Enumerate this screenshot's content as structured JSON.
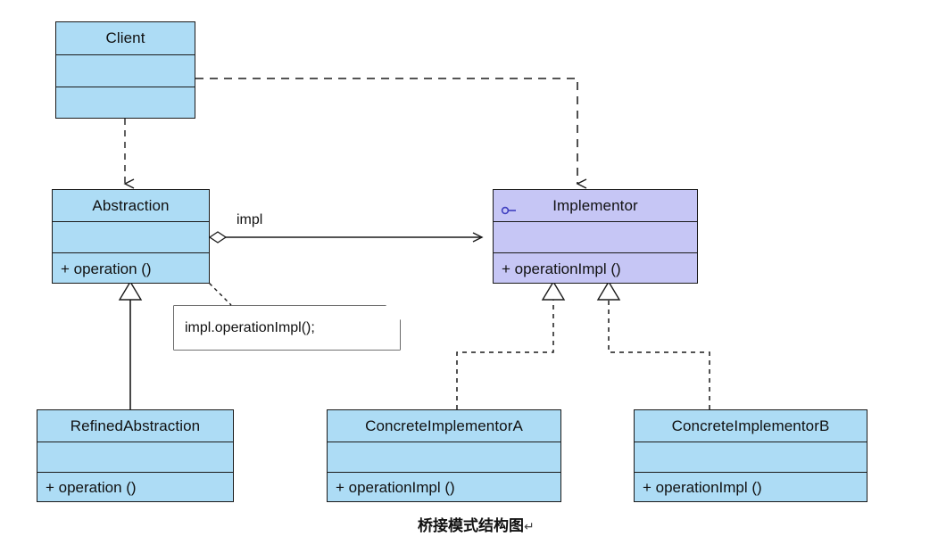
{
  "diagram": {
    "title": "桥接模式结构图",
    "title_mark": "↵",
    "colors": {
      "class_fill": "#ADDCF5",
      "interface_fill": "#C6C6F5",
      "stroke": "#1a1a1a",
      "dashed_stroke": "#555555",
      "note_fill": "#ffffff",
      "interface_marker": "#4040c0"
    },
    "classes": [
      {
        "id": "client",
        "name": "Client",
        "attributes": "",
        "operations": "",
        "stereotype": "",
        "fill": "#ADDCF5"
      },
      {
        "id": "abstraction",
        "name": "Abstraction",
        "attributes": "",
        "operations": "+ operation ()",
        "stereotype": "",
        "fill": "#ADDCF5"
      },
      {
        "id": "implementor",
        "name": "Implementor",
        "attributes": "",
        "operations": "+ operationImpl ()",
        "stereotype": "interface",
        "fill": "#C6C6F5"
      },
      {
        "id": "refined-abstraction",
        "name": "RefinedAbstraction",
        "attributes": "",
        "operations": "+ operation ()",
        "stereotype": "",
        "fill": "#ADDCF5"
      },
      {
        "id": "concrete-implementor-a",
        "name": "ConcreteImplementorA",
        "attributes": "",
        "operations": "+ operationImpl ()",
        "stereotype": "",
        "fill": "#ADDCF5"
      },
      {
        "id": "concrete-implementor-b",
        "name": "ConcreteImplementorB",
        "attributes": "",
        "operations": "+ operationImpl ()",
        "stereotype": "",
        "fill": "#ADDCF5"
      }
    ],
    "note": {
      "id": "note-impl-call",
      "text": "impl.operationImpl();"
    },
    "relationships": [
      {
        "id": "client-to-abstraction",
        "from": "Client",
        "to": "Abstraction",
        "type": "dependency",
        "style": "dashed",
        "arrow": "open-arrow",
        "label": ""
      },
      {
        "id": "client-to-implementor",
        "from": "Client",
        "to": "Implementor",
        "type": "dependency",
        "style": "dashed",
        "arrow": "open-arrow",
        "label": ""
      },
      {
        "id": "abstraction-to-implementor",
        "from": "Abstraction",
        "to": "Implementor",
        "type": "aggregation",
        "style": "solid",
        "arrow": "open-arrow",
        "label": "impl"
      },
      {
        "id": "refined-abstraction-to-abstraction",
        "from": "RefinedAbstraction",
        "to": "Abstraction",
        "type": "generalization",
        "style": "solid",
        "arrow": "hollow-triangle",
        "label": ""
      },
      {
        "id": "concrete-implementor-a-to-implementor",
        "from": "ConcreteImplementorA",
        "to": "Implementor",
        "type": "realization",
        "style": "dashed",
        "arrow": "hollow-triangle",
        "label": ""
      },
      {
        "id": "concrete-implementor-b-to-implementor",
        "from": "ConcreteImplementorB",
        "to": "Implementor",
        "type": "realization",
        "style": "dashed",
        "arrow": "hollow-triangle",
        "label": ""
      },
      {
        "id": "note-anchor",
        "from": "note-impl-call",
        "to": "Abstraction",
        "type": "note-link",
        "style": "dashed",
        "arrow": "none",
        "label": ""
      }
    ]
  }
}
